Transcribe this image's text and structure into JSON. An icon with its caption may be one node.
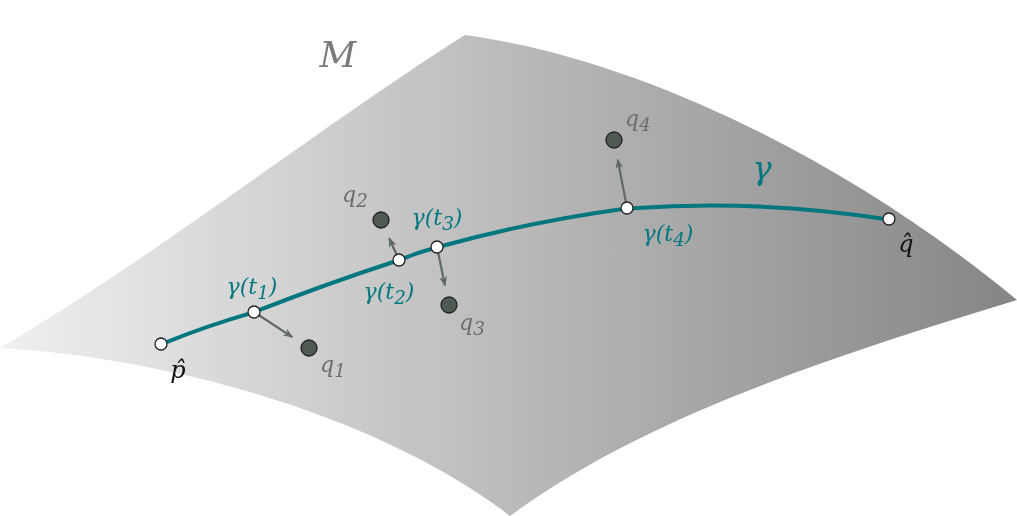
{
  "diagram": {
    "nodes": [
      {
        "text": [
          "M"
        ]
      },
      {
        "text": [
          "p̂"
        ],
        "in": 0
      },
      {
        "text": [
          "γ(t$_{1}$)"
        ],
        "in": 0
      },
      {
        "text": [
          "γ(t$_{2}$)"
        ],
        "in": 0
      },
      {
        "text": [
          "γ(t$_{3}$)"
        ],
        "in": 0
      },
      {
        "text": [
          "γ(t$_{4}$)"
        ],
        "in": 0
      },
      {
        "text": [
          "q̂"
        ],
        "in": 0
      },
      {
        "text": [
          "q$_{1}$"
        ],
        "in": 0
      },
      {
        "text": [
          "q$_{2}$"
        ],
        "in": 0
      },
      {
        "text": [
          "q$_{3}$"
        ],
        "in": 0
      },
      {
        "text": [
          "q$_{4}$"
        ],
        "in": 0
      }
    ],
    "edges": [
      {
        "from": 1,
        "to": 2,
        "arrow": "none"
      },
      {
        "from": 2,
        "to": 3,
        "arrow": "none"
      },
      {
        "from": 3,
        "to": 4,
        "arrow": "none"
      },
      {
        "from": 4,
        "to": 5,
        "arrow": "none"
      },
      {
        "from": 5,
        "to": 6,
        "arrow": "none"
      },
      {
        "from": 2,
        "to": 7,
        "arrow": "to",
        "color": "#5f6a62"
      },
      {
        "from": 3,
        "to": 8,
        "arrow": "to",
        "color": "#5f6a62"
      },
      {
        "from": 4,
        "to": 9,
        "arrow": "to",
        "color": "#5f6a62"
      },
      {
        "from": 5,
        "to": 10,
        "arrow": "to",
        "color": "#5f6a62"
      }
    ],
    "labels": [
      "γ"
    ]
  }
}
